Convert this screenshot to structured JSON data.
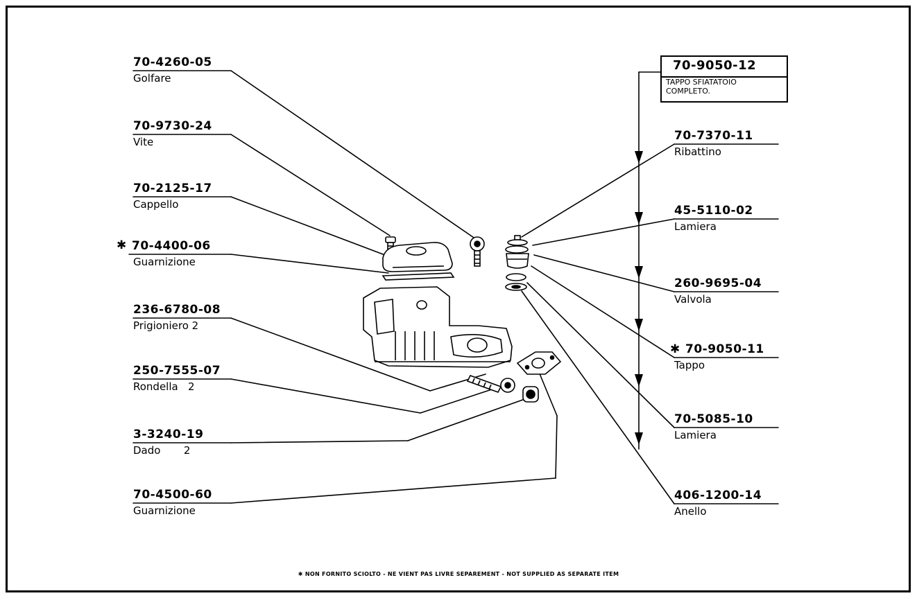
{
  "assembly": {
    "part_number": "70-9050-12",
    "description_line1": "TAPPO SFIATATOIO",
    "description_line2": "COMPLETO."
  },
  "left_parts": [
    {
      "part_number": "70-4260-05",
      "description": "Golfare",
      "marker": ""
    },
    {
      "part_number": "70-9730-24",
      "description": "Vite",
      "marker": ""
    },
    {
      "part_number": "70-2125-17",
      "description": "Cappello",
      "marker": ""
    },
    {
      "part_number": "70-4400-06",
      "description": "Guarnizione",
      "marker": "✱"
    },
    {
      "part_number": "236-6780-08",
      "description": "Prigioniero 2",
      "marker": ""
    },
    {
      "part_number": "250-7555-07",
      "description": "Rondella   2",
      "marker": ""
    },
    {
      "part_number": "3-3240-19",
      "description": "Dado       2",
      "marker": ""
    },
    {
      "part_number": "70-4500-60",
      "description": "Guarnizione",
      "marker": ""
    }
  ],
  "right_parts": [
    {
      "part_number": "70-7370-11",
      "description": "Ribattino",
      "marker": ""
    },
    {
      "part_number": "45-5110-02",
      "description": "Lamiera",
      "marker": ""
    },
    {
      "part_number": "260-9695-04",
      "description": "Valvola",
      "marker": ""
    },
    {
      "part_number": "70-9050-11",
      "description": "Tappo",
      "marker": "✱"
    },
    {
      "part_number": "70-5085-10",
      "description": "Lamiera",
      "marker": ""
    },
    {
      "part_number": "406-1200-14",
      "description": "Anello",
      "marker": ""
    }
  ],
  "footnote": "✱ NON FORNITO SCIOLTO - NE VIENT PAS LIVRE SEPAREMENT - NOT SUPPLIED AS SEPARATE ITEM",
  "colors": {
    "ink": "#000000",
    "paper": "#ffffff"
  }
}
